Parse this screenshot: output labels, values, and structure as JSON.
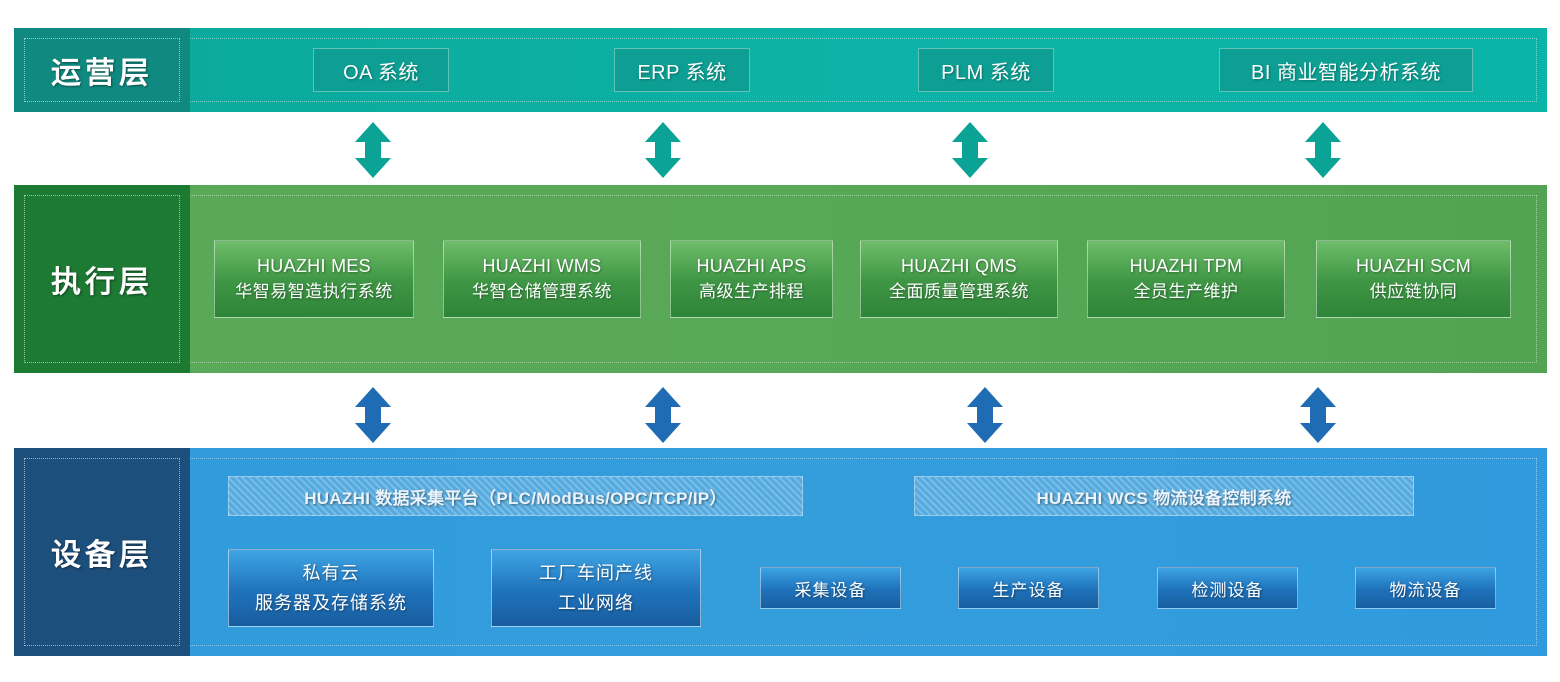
{
  "colors": {
    "operation_band": "#0db3a6",
    "operation_label": "#108a80",
    "operation_box": "#0d9f93",
    "execution_band": "#57a857",
    "execution_label": "#1d7a33",
    "execution_box": "#3f9745",
    "device_band": "#349ddc",
    "device_label": "#1d4f7c",
    "device_box": "#1f72bb",
    "arrow_teal": "#0aa396",
    "arrow_blue": "#1f6cb5",
    "page_background": "#ffffff"
  },
  "layers": [
    {
      "id": "operation",
      "label": "运营层",
      "boxes": [
        {
          "label": "OA 系统"
        },
        {
          "label": "ERP 系统"
        },
        {
          "label": "PLM 系统"
        },
        {
          "label": "BI 商业智能分析系统"
        }
      ]
    },
    {
      "id": "execution",
      "label": "执行层",
      "boxes": [
        {
          "en": "HUAZHI MES",
          "cn": "华智易智造执行系统"
        },
        {
          "en": "HUAZHI WMS",
          "cn": "华智仓储管理系统"
        },
        {
          "en": "HUAZHI APS",
          "cn": "高级生产排程"
        },
        {
          "en": "HUAZHI QMS",
          "cn": "全面质量管理系统"
        },
        {
          "en": "HUAZHI TPM",
          "cn": "全员生产维护"
        },
        {
          "en": "HUAZHI SCM",
          "cn": "供应链协同"
        }
      ]
    },
    {
      "id": "device",
      "label": "设备层",
      "platform_bars": [
        {
          "label": "HUAZHI 数据采集平台（PLC/ModBus/OPC/TCP/IP）"
        },
        {
          "label": "HUAZHI WCS 物流设备控制系统"
        }
      ],
      "big_boxes": [
        {
          "line1": "私有云",
          "line2": "服务器及存储系统"
        },
        {
          "line1": "工厂车间产线",
          "line2": "工业网络"
        }
      ],
      "small_boxes": [
        {
          "label": "采集设备"
        },
        {
          "label": "生产设备"
        },
        {
          "label": "检测设备"
        },
        {
          "label": "物流设备"
        }
      ]
    }
  ],
  "connectors": {
    "operation_to_execution": [
      {
        "name": "arrow-1"
      },
      {
        "name": "arrow-2"
      },
      {
        "name": "arrow-3"
      },
      {
        "name": "arrow-4"
      }
    ],
    "execution_to_device": [
      {
        "name": "arrow-1"
      },
      {
        "name": "arrow-2"
      },
      {
        "name": "arrow-3"
      },
      {
        "name": "arrow-4"
      }
    ]
  }
}
